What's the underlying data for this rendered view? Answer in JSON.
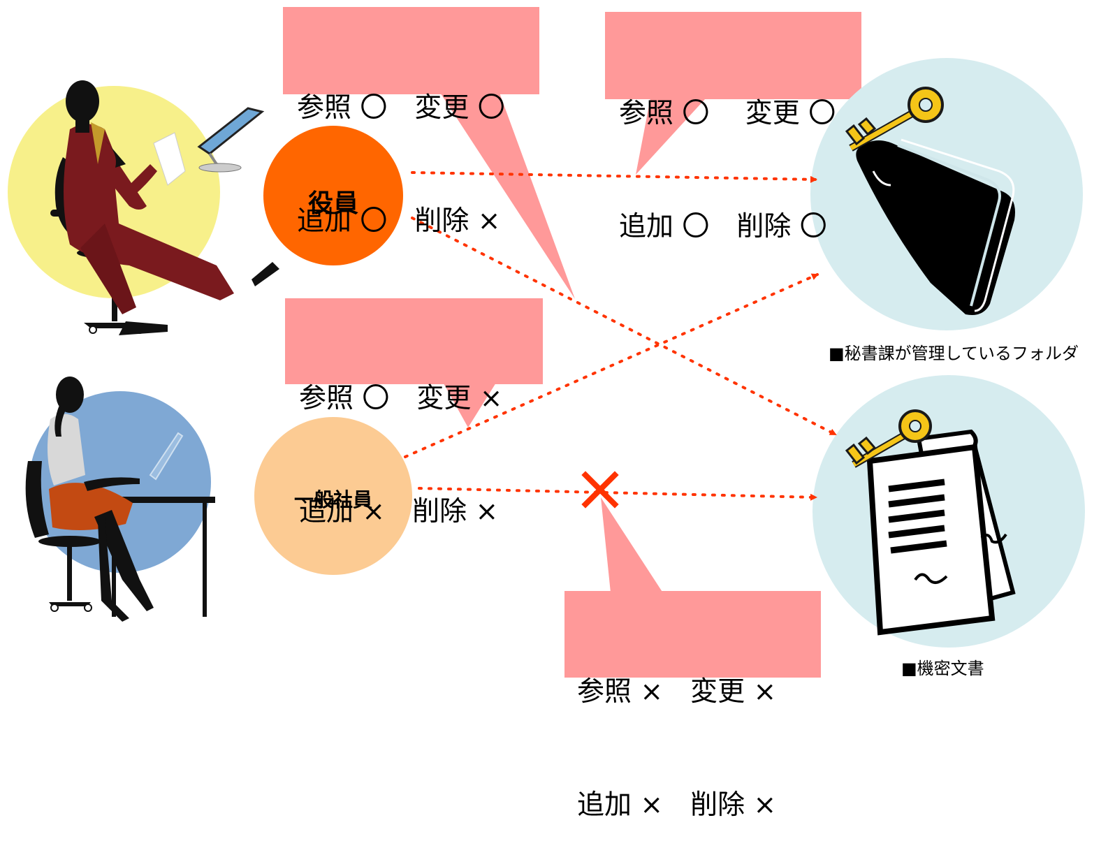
{
  "roles": {
    "executive": {
      "label": "役員",
      "color": "#ff6600"
    },
    "employee": {
      "label": "一般社員",
      "color": "#fccb93"
    }
  },
  "resources": {
    "folder": {
      "caption": "■秘書課が管理しているフォルダ",
      "icon": "folder-icon"
    },
    "document": {
      "caption": "■機密文書",
      "icon": "document-icon"
    }
  },
  "permissions": {
    "executive_to_document": {
      "line1": "参照 〇　変更 〇",
      "line2": "追加 〇　削除 ×"
    },
    "executive_to_folder": {
      "line1": "参照 〇　 変更 〇",
      "line2": "追加 〇　削除 〇"
    },
    "employee_to_folder": {
      "line1": "参照 〇　変更 ×",
      "line2": "追加 ×　削除 ×"
    },
    "employee_to_document": {
      "line1": "参照 ×　変更 ×",
      "line2": "追加 ×　削除 ×"
    }
  },
  "colors": {
    "callout_fill": "#ff9999",
    "arrow": "#ff3300",
    "deny_mark": "#ff3300",
    "resource_circle": "#d6ecef",
    "executive_bg": "#f7f08a",
    "employee_bg": "#7fa8d4"
  }
}
